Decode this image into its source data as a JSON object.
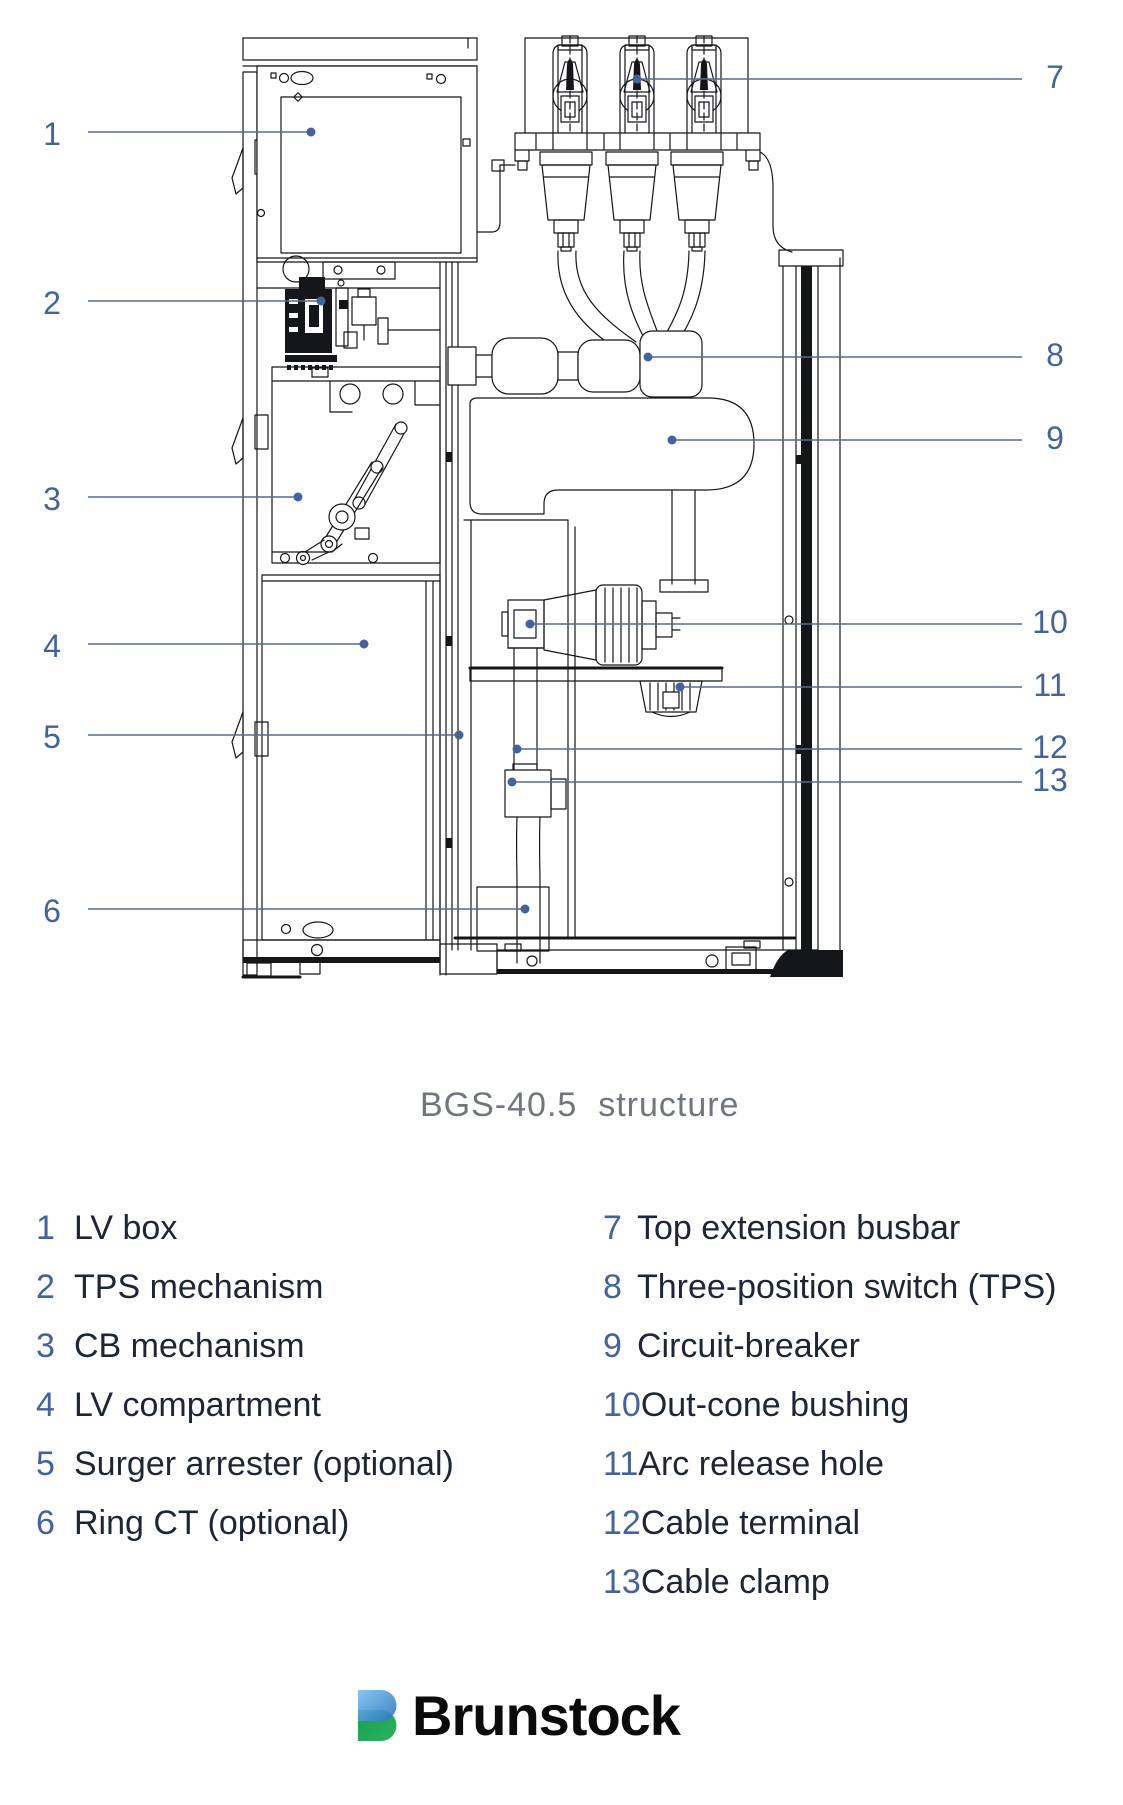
{
  "title": "BGS-40.5  structure",
  "callout_numbers": [
    "1",
    "2",
    "3",
    "4",
    "5",
    "6",
    "7",
    "8",
    "9",
    "10",
    "11",
    "12",
    "13"
  ],
  "legend": {
    "left": [
      {
        "num": "1",
        "label": "LV box"
      },
      {
        "num": "2",
        "label": "TPS mechanism"
      },
      {
        "num": "3",
        "label": "CB mechanism"
      },
      {
        "num": "4",
        "label": "LV compartment"
      },
      {
        "num": "5",
        "label": "Surger arrester (optional)"
      },
      {
        "num": "6",
        "label": "Ring CT (optional)"
      }
    ],
    "right": [
      {
        "num": "7",
        "label": "Top extension busbar"
      },
      {
        "num": "8",
        "label": "Three-position switch (TPS)"
      },
      {
        "num": "9",
        "label": "Circuit-breaker"
      },
      {
        "num": "10",
        "label": "Out-cone bushing"
      },
      {
        "num": "11",
        "label": "Arc release hole"
      },
      {
        "num": "12",
        "label": "Cable terminal"
      },
      {
        "num": "13",
        "label": "Cable clamp"
      }
    ]
  },
  "logo": {
    "text": "Brunstock"
  },
  "colors": {
    "callout_blue": "#44639e",
    "leader_line": "#54699b",
    "legend_label": "#1e2636",
    "title_gray": "#6f767d",
    "line_art": "#15161a",
    "logo_blue_light": "#7ac0ee",
    "logo_blue": "#2a72c2",
    "logo_green": "#16a24d",
    "logo_green_light": "#2eb060"
  }
}
